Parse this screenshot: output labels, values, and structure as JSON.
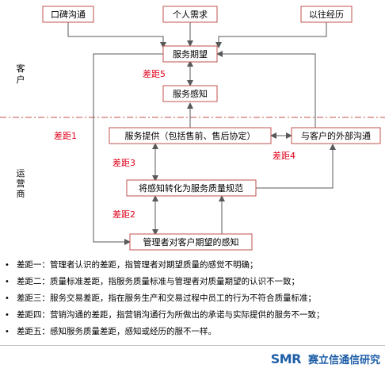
{
  "diagram": {
    "sources": {
      "word_of_mouth": "口碑沟通",
      "personal_needs": "个人需求",
      "past_experience": "以往经历"
    },
    "nodes": {
      "expected_service": "服务期望",
      "perceived_service": "服务感知",
      "service_delivery": "服务提供（包括售前、售后协定）",
      "external_comm": "与客户的外部沟通",
      "quality_specs": "将感知转化为服务质量规范",
      "mgmt_perception": "管理者对客户期望的感知"
    },
    "side_labels": {
      "customer": [
        "客",
        "户"
      ],
      "operator": [
        "运",
        "营",
        "商"
      ]
    },
    "gaps": {
      "gap1": "差距1",
      "gap2": "差距2",
      "gap3": "差距3",
      "gap4": "差距4",
      "gap5": "差距5"
    },
    "colors": {
      "box_border": "#c0504d",
      "arrow": "#595959",
      "gap_text": "#e0001b",
      "divider": "#c0504d"
    }
  },
  "notes": [
    "差距一：管理者认识的差距，指管理者对期望质量的感觉不明确；",
    "差距二：质量标准差距，指服务质量标准与管理者对质量期望的认识不一致；",
    "差距三：服务交易差距，指在服务生产和交易过程中员工的行为不符合质量标准；",
    "差距四：营销沟通的差距，指营销沟通行为所做出的承诺与实际提供的服务不一致；",
    "差距五：感知服务质量差距，感知或经历的服不一样。"
  ],
  "brand": {
    "logo_text": "SMR",
    "name": "赛立信通信研究"
  }
}
